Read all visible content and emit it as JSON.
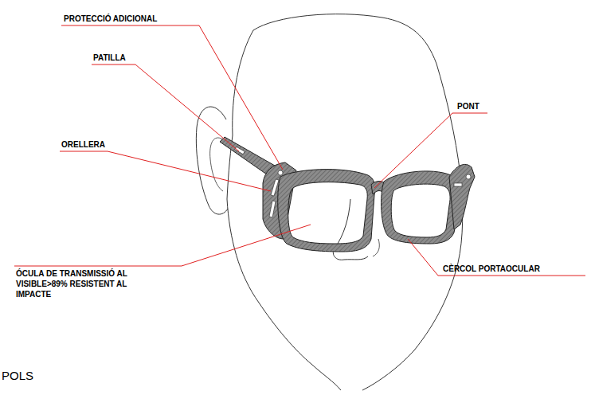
{
  "diagram": {
    "labels": [
      "PROTECCIÓ ADICIONAL",
      "PATILLA",
      "ORELLERA",
      "ÓCULA DE TRANSMISSIÓ AL VISIBLE>89% RESISTENT AL IMPACTE",
      "PONT",
      "CÈRCOL PORTAOCULAR",
      "POLS"
    ]
  }
}
